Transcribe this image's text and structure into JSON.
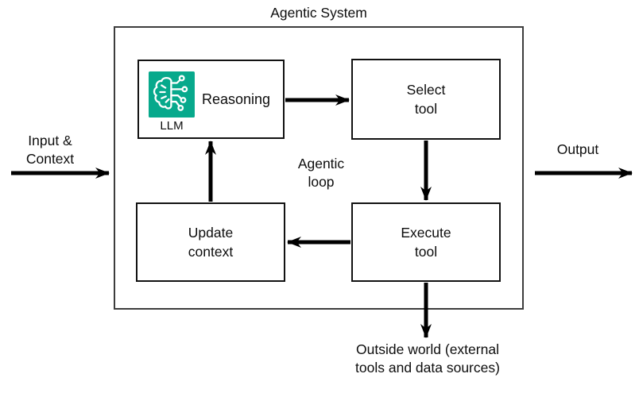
{
  "colors": {
    "icon_bg": "#07a98c",
    "arrow": "#000000",
    "node_border": "#121212",
    "outer_border": "#3d3d3d"
  },
  "diagram": {
    "title": "Agentic System",
    "nodes": {
      "reasoning": {
        "label": "Reasoning",
        "icon": "brain-circuit-icon",
        "icon_caption": "LLM"
      },
      "select_tool": {
        "label": "Select\ntool"
      },
      "execute_tool": {
        "label": "Execute\ntool"
      },
      "update_context": {
        "label": "Update\ncontext"
      }
    },
    "labels": {
      "input": "Input &\nContext",
      "output": "Output",
      "loop": "Agentic\nloop",
      "outside_world": "Outside world (external\ntools and data sources)"
    },
    "edges": [
      {
        "name": "input-arrow",
        "from": "input-context",
        "to": "agentic-system"
      },
      {
        "name": "reasoning-to-select-arrow",
        "from": "reasoning",
        "to": "select-tool"
      },
      {
        "name": "select-to-execute-arrow",
        "from": "select-tool",
        "to": "execute-tool"
      },
      {
        "name": "execute-to-update-arrow",
        "from": "execute-tool",
        "to": "update-context"
      },
      {
        "name": "update-to-reasoning-arrow",
        "from": "update-context",
        "to": "reasoning"
      },
      {
        "name": "execute-to-outside-arrow",
        "from": "execute-tool",
        "to": "outside-world"
      },
      {
        "name": "output-arrow",
        "from": "agentic-system",
        "to": "output"
      }
    ]
  }
}
